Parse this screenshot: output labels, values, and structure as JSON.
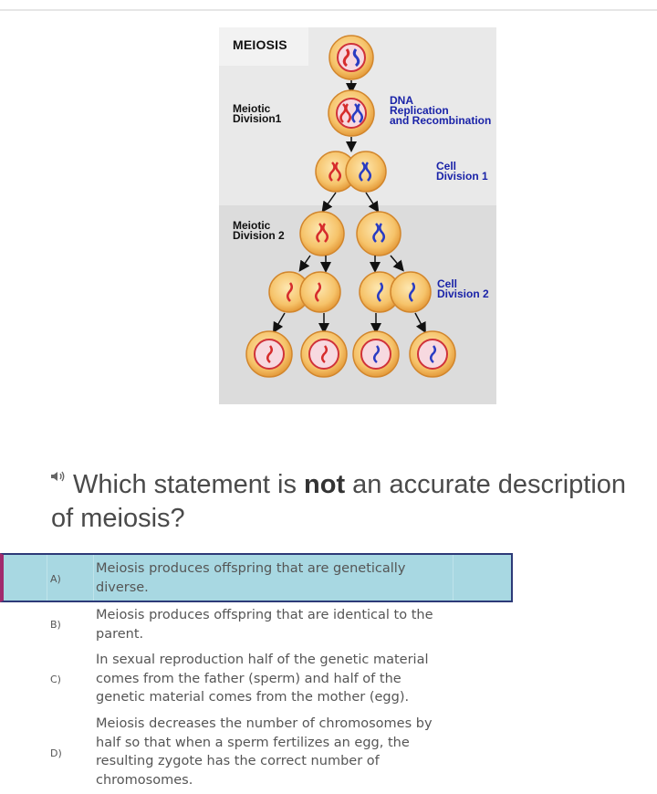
{
  "diagram": {
    "title": "MEIOSIS",
    "stage1_label": "Meiotic\nDivision1",
    "stage2_label": "Meiotic\nDivision 2",
    "dna_label": "DNA\nReplication\nand Recombination",
    "cell_division1_label": "Cell\nDivision 1",
    "cell_division2_label": "Cell\nDivision 2"
  },
  "question": {
    "speaker_icon": "speaker-icon",
    "prefix": "Which statement is ",
    "emphasis": "not",
    "suffix": " an accurate description of meiosis?"
  },
  "answers": [
    {
      "letter": "A)",
      "text": "Meiosis produces offspring that are genetically diverse.",
      "selected": true
    },
    {
      "letter": "B)",
      "text": "Meiosis produces offspring that are identical to the parent.",
      "selected": false
    },
    {
      "letter": "C)",
      "text": "In sexual reproduction half of the genetic material comes from the father (sperm) and half of the genetic material comes from the mother (egg).",
      "selected": false
    },
    {
      "letter": "D)",
      "text": "Meiosis decreases the number of chromosomes by half so that when a sperm fertilizes an egg, the resulting zygote has the correct number of chromosomes.",
      "selected": false
    }
  ],
  "colors": {
    "selected_bg": "#a8d8e2",
    "selected_border": "#2d3a78",
    "selected_accent": "#a12a6d",
    "label_blue": "#1a23a8"
  }
}
